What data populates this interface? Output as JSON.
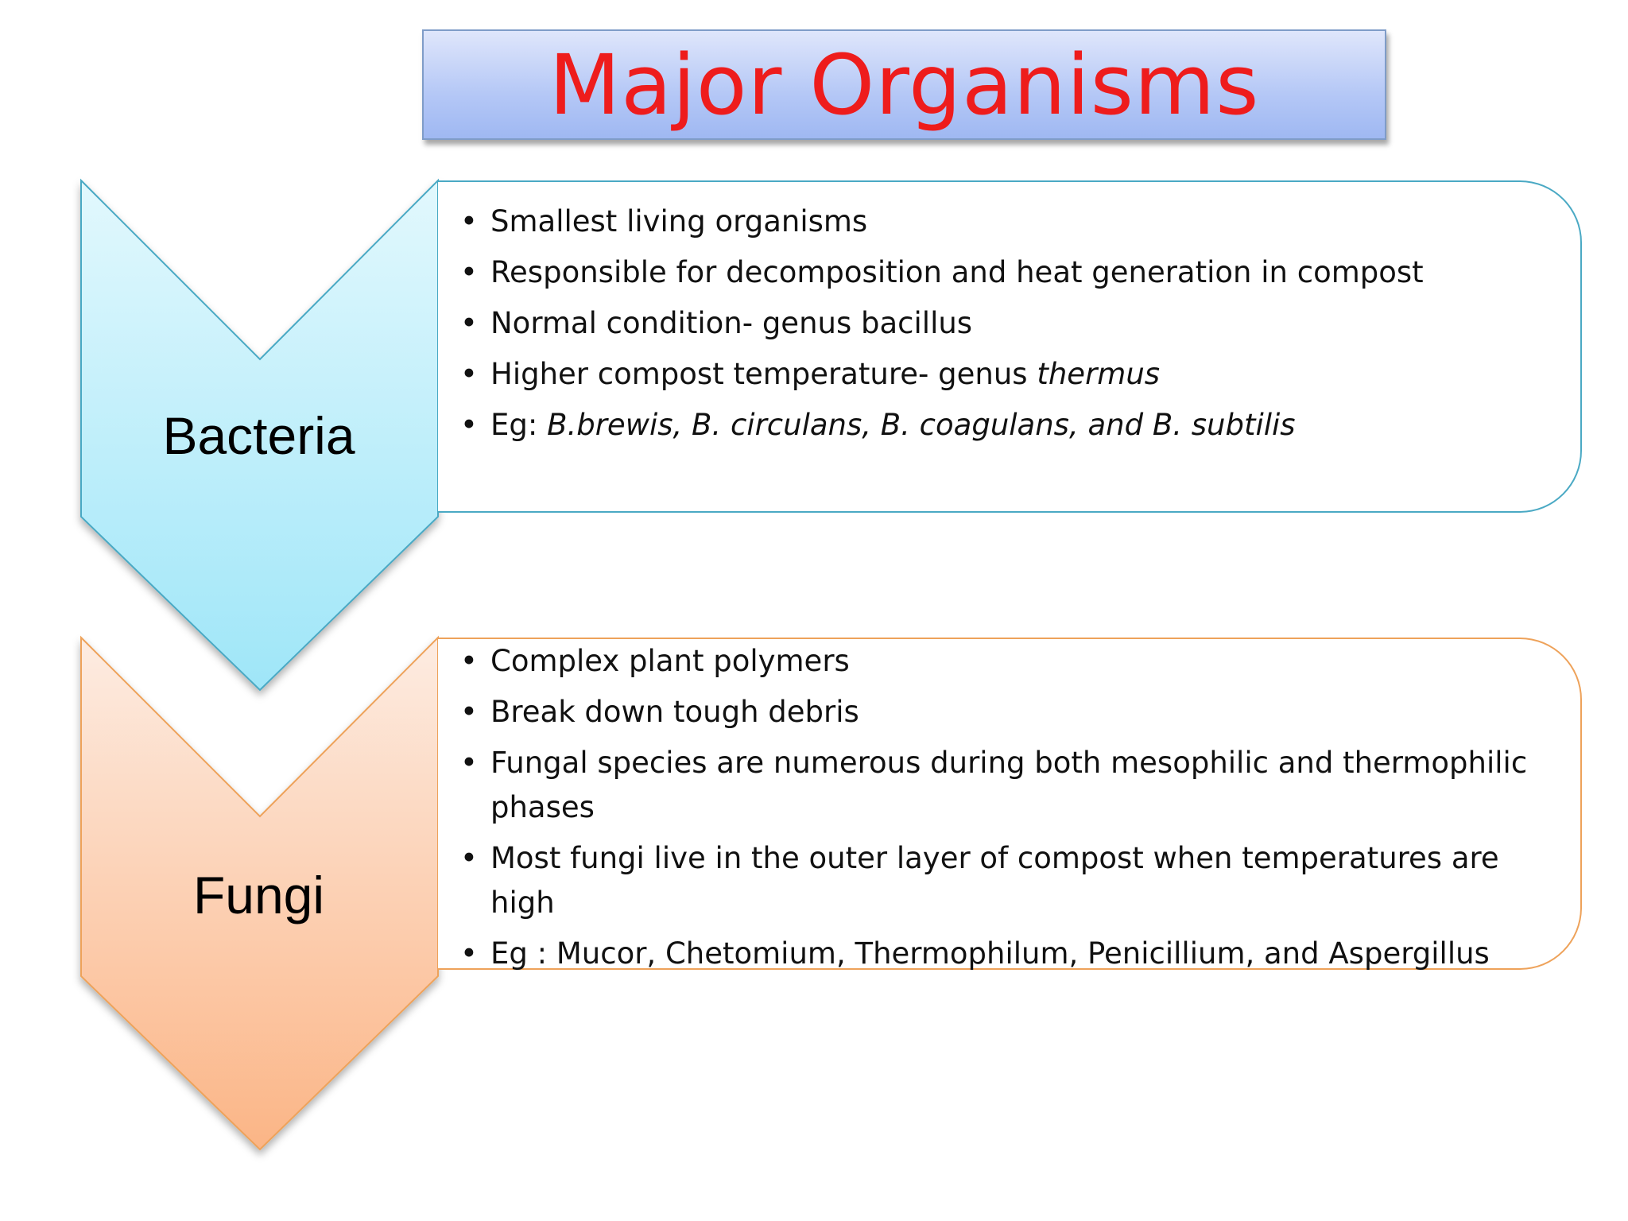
{
  "title": "Major Organisms",
  "colors": {
    "title_text": "#ee1c1c",
    "bacteria_border": "#4aa9c4",
    "bacteria_fill_top": "#dff7fd",
    "bacteria_fill_bottom": "#9fe6f8",
    "fungi_border": "#eea25a",
    "fungi_fill_top": "#fde9de",
    "fungi_fill_bottom": "#fbb98a"
  },
  "sections": [
    {
      "label": "Bacteria",
      "bullets": [
        [
          {
            "text": "Smallest living organisms"
          }
        ],
        [
          {
            "text": "Responsible for decomposition and heat generation in compost"
          }
        ],
        [
          {
            "text": "Normal condition- genus bacillus"
          }
        ],
        [
          {
            "text": "Higher compost temperature- genus "
          },
          {
            "text": "thermus",
            "italic": true
          }
        ],
        [
          {
            "text": "Eg: "
          },
          {
            "text": "B.brewis, B. circulans, B. coagulans, and B. subtilis",
            "italic": true
          }
        ]
      ]
    },
    {
      "label": "Fungi",
      "bullets": [
        [
          {
            "text": "Complex plant polymers"
          }
        ],
        [
          {
            "text": "Break down tough debris"
          }
        ],
        [
          {
            "text": "Fungal species are numerous during both mesophilic and thermophilic phases"
          }
        ],
        [
          {
            "text": "Most fungi live in the outer layer of compost when temperatures are high"
          }
        ],
        [
          {
            "text": "Eg : Mucor, Chetomium, Thermophilum, Penicillium, and Aspergillus"
          }
        ]
      ]
    }
  ]
}
